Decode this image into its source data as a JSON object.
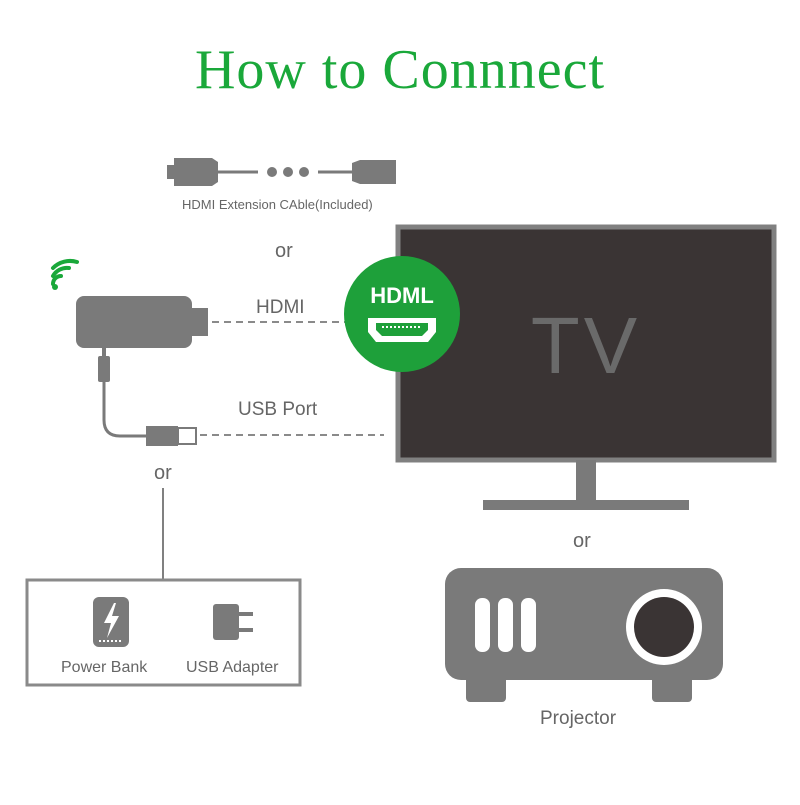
{
  "title": "How to Connnect",
  "labels": {
    "extension_cable": "HDMI Extension CAble(Included)",
    "or_top": "or",
    "hdmi_link": "HDMI",
    "usb_port": "USB Port",
    "or_left": "or",
    "or_right": "or",
    "power_bank": "Power Bank",
    "usb_adapter": "USB Adapter",
    "projector": "Projector",
    "hdml_badge": "HDML",
    "tv": "TV"
  },
  "colors": {
    "title_green": "#1aa83a",
    "badge_green": "#1ea03a",
    "device_gray": "#7a7a7a",
    "screen_dark": "#3a3434"
  },
  "icons": [
    "wifi-icon",
    "hdmi-port-icon",
    "lightning-icon",
    "plug-icon"
  ]
}
